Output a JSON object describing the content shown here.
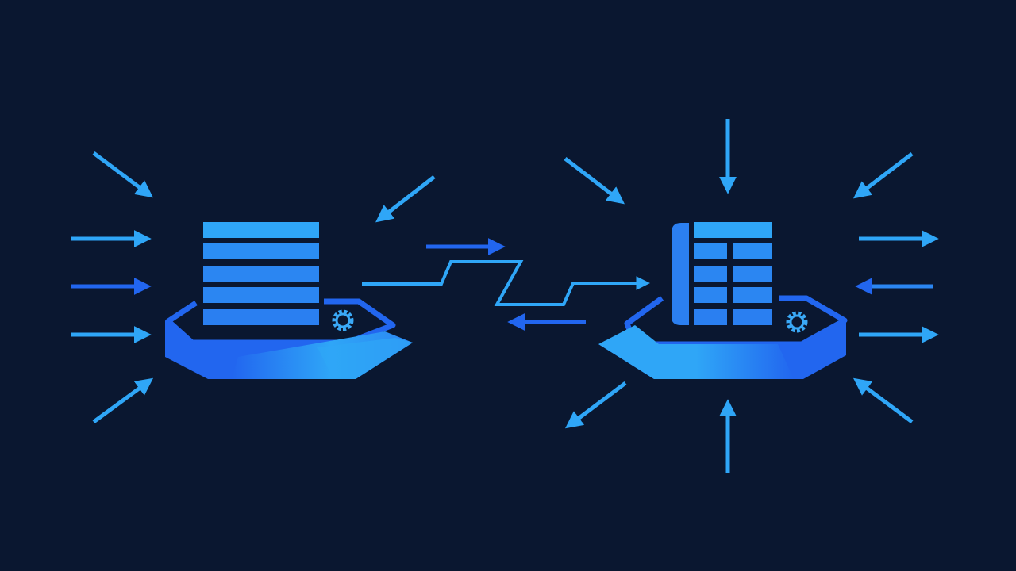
{
  "colors": {
    "background": "#0a1730",
    "light_blue": "#2fa6f7",
    "mid_blue": "#2b86f2",
    "deep_blue": "#2266ef",
    "gear": "#3aa9f7"
  },
  "icons": {
    "left_node": [
      "stacked-bars-icon",
      "tray-platform-icon",
      "gear-icon"
    ],
    "right_node": [
      "grid-table-icon",
      "tray-platform-icon",
      "gear-icon"
    ],
    "connections": [
      "zigzag-connector-arrow",
      "right-arrow",
      "left-arrow"
    ]
  }
}
